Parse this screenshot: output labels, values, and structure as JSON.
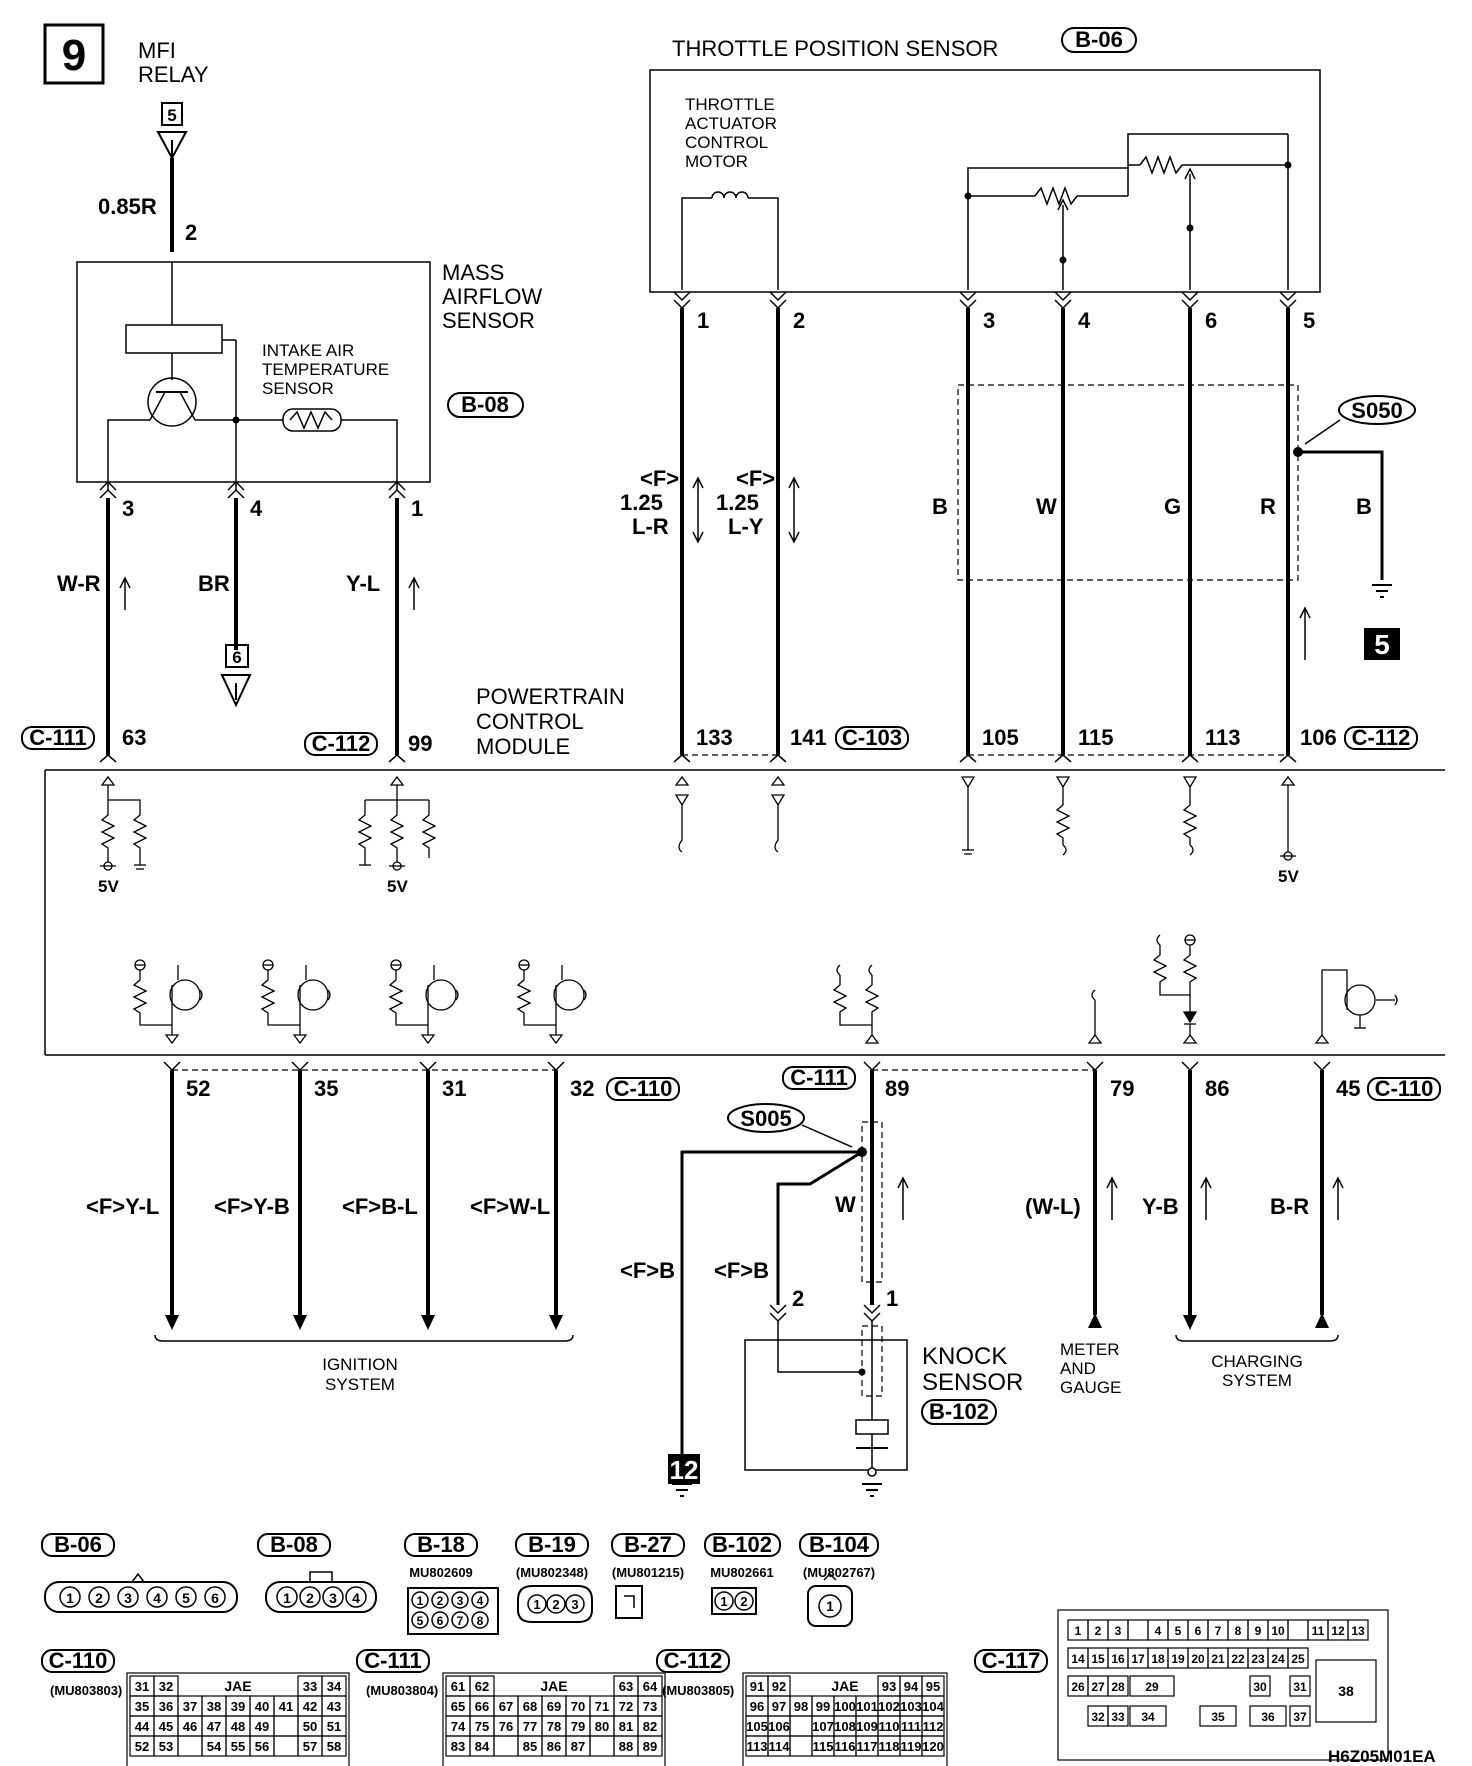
{
  "page_number": "9",
  "figure_code": "H6Z05M01EA",
  "mfi_relay": {
    "title_line1": "MFI",
    "title_line2": "RELAY",
    "connector": "5",
    "wire": "0.85R",
    "pin": "2"
  },
  "maf": {
    "title_line1": "MASS",
    "title_line2": "AIRFLOW",
    "title_line3": "SENSOR",
    "iat_line1": "INTAKE AIR",
    "iat_line2": "TEMPERATURE",
    "iat_line3": "SENSOR",
    "connector": "B-08",
    "pins": [
      "3",
      "4",
      "1"
    ],
    "wires": [
      "W-R",
      "BR",
      "Y-L"
    ],
    "ground_ref": "6",
    "pcm_pins": [
      "63",
      "99"
    ],
    "pcm_connectors": [
      "C-111",
      "C-112"
    ]
  },
  "tps": {
    "title": "THROTTLE POSITION SENSOR",
    "connector": "B-06",
    "motor_line1": "THROTTLE",
    "motor_line2": "ACTUATOR",
    "motor_line3": "CONTROL",
    "motor_line4": "MOTOR",
    "pins": [
      "1",
      "2",
      "3",
      "4",
      "6",
      "5"
    ],
    "wire_f": "<F>",
    "wire_size": "1.25",
    "wire_colors_motor": [
      "L-R",
      "L-Y"
    ],
    "wire_colors": [
      "B",
      "W",
      "G",
      "R"
    ],
    "splice": "S050",
    "splice_wire": "B",
    "ground_ref": "5",
    "pcm_pins": [
      "133",
      "141",
      "105",
      "115",
      "113",
      "106"
    ],
    "pcm_connectors": [
      "C-103",
      "C-112"
    ]
  },
  "pcm": {
    "title_line1": "POWERTRAIN",
    "title_line2": "CONTROL",
    "title_line3": "MODULE",
    "ref_voltage": "5V"
  },
  "ignition": {
    "pins": [
      "52",
      "35",
      "31",
      "32"
    ],
    "wires": [
      "<F>Y-L",
      "<F>Y-B",
      "<F>B-L",
      "<F>W-L"
    ],
    "connector": "C-110",
    "label_line1": "IGNITION",
    "label_line2": "SYSTEM"
  },
  "knock": {
    "connector_pcm": "C-111",
    "pcm_pin": "89",
    "splice": "S005",
    "wire_w": "W",
    "shield_wire_a": "<F>B",
    "shield_wire_b": "<F>B",
    "pins": [
      "2",
      "1"
    ],
    "title_line1": "KNOCK",
    "title_line2": "SENSOR",
    "connector": "B-102",
    "ground_ref": "12"
  },
  "meter": {
    "pin": "79",
    "wire": "(W-L)",
    "label_line1": "METER",
    "label_line2": "AND",
    "label_line3": "GAUGE"
  },
  "charging": {
    "pins": [
      "86",
      "45"
    ],
    "wires": [
      "Y-B",
      "B-R"
    ],
    "connector": "C-110",
    "label_line1": "CHARGING",
    "label_line2": "SYSTEM"
  },
  "connectors_legend": {
    "row1": [
      {
        "id": "B-06",
        "part": ""
      },
      {
        "id": "B-08",
        "part": ""
      },
      {
        "id": "B-18",
        "part": "MU802609"
      },
      {
        "id": "B-19",
        "part": "(MU802348)"
      },
      {
        "id": "B-27",
        "part": "(MU801215)"
      },
      {
        "id": "B-102",
        "part": "MU802661"
      },
      {
        "id": "B-104",
        "part": "(MU802767)"
      }
    ],
    "row2": [
      {
        "id": "C-110",
        "part": "(MU803803)"
      },
      {
        "id": "C-111",
        "part": "(MU803804)"
      },
      {
        "id": "C-112",
        "part": "(MU803805)"
      },
      {
        "id": "C-117",
        "part": ""
      }
    ],
    "jae": "JAE",
    "b06_pins": [
      "1",
      "2",
      "3",
      "4",
      "5",
      "6"
    ],
    "b08_pins": [
      "1",
      "2",
      "3",
      "4"
    ],
    "b18_pins": [
      "1",
      "2",
      "3",
      "4",
      "5",
      "6",
      "7",
      "8"
    ],
    "b19_pins": [
      "1",
      "2",
      "3"
    ],
    "b102_pins": [
      "1",
      "2"
    ],
    "b104_pins": [
      "1"
    ],
    "c110_rows": [
      [
        "31",
        "32",
        "",
        "",
        "",
        "",
        "",
        "33",
        "34"
      ],
      [
        "35",
        "36",
        "37",
        "38",
        "39",
        "40",
        "41",
        "42",
        "43"
      ],
      [
        "44",
        "45",
        "46",
        "47",
        "48",
        "49",
        "",
        "50",
        "51"
      ],
      [
        "52",
        "53",
        "",
        "54",
        "55",
        "56",
        "",
        "57",
        "58"
      ]
    ],
    "c111_rows": [
      [
        "61",
        "62",
        "",
        "",
        "",
        "",
        "",
        "63",
        "64"
      ],
      [
        "65",
        "66",
        "67",
        "68",
        "69",
        "70",
        "71",
        "72",
        "73"
      ],
      [
        "74",
        "75",
        "76",
        "77",
        "78",
        "79",
        "80",
        "81",
        "82"
      ],
      [
        "83",
        "84",
        "",
        "85",
        "86",
        "87",
        "",
        "88",
        "89"
      ]
    ],
    "c112_rows": [
      [
        "91",
        "92",
        "",
        "",
        "",
        "",
        "93",
        "94",
        "95"
      ],
      [
        "96",
        "97",
        "98",
        "99",
        "100",
        "101",
        "102",
        "103",
        "104"
      ],
      [
        "105",
        "106",
        "",
        "107",
        "108",
        "109",
        "110",
        "111",
        "112"
      ],
      [
        "113",
        "114",
        "",
        "115",
        "116",
        "117",
        "118",
        "119",
        "120"
      ]
    ],
    "c117_row1": [
      "1",
      "2",
      "3",
      "",
      "4",
      "5",
      "6",
      "7",
      "8",
      "9",
      "10",
      "",
      "11",
      "12",
      "13"
    ],
    "c117_row2": [
      "14",
      "15",
      "16",
      "17",
      "18",
      "19",
      "20",
      "21",
      "22",
      "23",
      "24",
      "25"
    ],
    "c117_row3": [
      "26",
      "27",
      "28",
      "29",
      "30",
      "31"
    ],
    "c117_row4": [
      "32",
      "33",
      "34",
      "35",
      "36",
      "37"
    ],
    "c117_big": "38"
  }
}
